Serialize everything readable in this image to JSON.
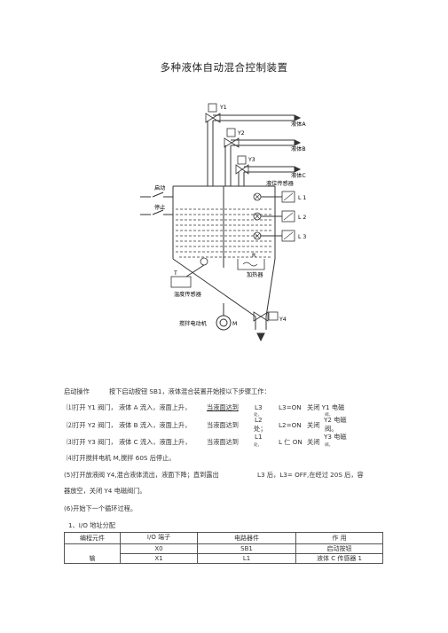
{
  "title": "多种液体自动混合控制装置",
  "figure": {
    "y1": "Y1",
    "y2": "Y2",
    "y3": "Y3",
    "y4": "Y4",
    "liquid_a": "液体A",
    "liquid_b": "液体B",
    "liquid_c": "液体C",
    "level_sensor": "液位传感器",
    "l1": "L 1",
    "l2": "L 2",
    "l3": "L 3",
    "start": "启动",
    "stop": "停止",
    "t": "T",
    "temp_sensor": "温度传感器",
    "r": "R",
    "heater": "加热器",
    "motor_label": "搅拌电动机",
    "m": "M"
  },
  "text": {
    "intro_a": "启动操作",
    "intro_b": "按下启动按钮 SB1，液体混合装置开始按以下步骤工作：",
    "s1_a": "⑴打开 Y1 阀门，  液体 A 流入，液面上升，",
    "s1_b": "当液面达到",
    "s1_c": "L3",
    "s1_d": "L3=ON",
    "s1_e": "关闭 Y1 电磁",
    "s1_sub1": "处，",
    "s1_sub2": "阀。",
    "s2_a": "⑵打开 Y2 阀门，  液体 B 流入，液面上升，",
    "s2_b": "当液面达到",
    "s2_c": "L2",
    "s2_d": "L2=ON",
    "s2_e": "关闭",
    "s2_f": "Y2 电磁",
    "s2_sub1": "处；",
    "s2_sub2": "阀。",
    "s3_a": "⑶打开 Y3 阀门，  液体 C 流入，液面上升，",
    "s3_b": "当液面达到",
    "s3_c": "L1",
    "s3_d": "L 仁 ON",
    "s3_e": "关闭",
    "s3_f": "Y3 电磁",
    "s3_sub1": "处，",
    "s3_sub2": "阀。",
    "s4": "⑷打开搅拌电机    M,搅拌 60S 后停止。",
    "s5_a": "(5)打开放液阀 Y4,混合液体流出，液面下降；直到露出",
    "s5_b": "L3 后，L3= OFF,在经过 20S 后，容",
    "s5_c": "器放空，关闭 Y4 电磁阀门。",
    "s6": "(6)开始下一个循环过程。",
    "sec": "1、I/O 地址分配"
  },
  "table": {
    "headers": [
      "编程元件",
      "I/O 端子",
      "电路器件",
      "作     用"
    ],
    "rows": [
      [
        "",
        "X0",
        "SB1",
        "启动按钮"
      ],
      [
        "输",
        "X1",
        "L1",
        "液体 C 传感器 1"
      ]
    ]
  }
}
